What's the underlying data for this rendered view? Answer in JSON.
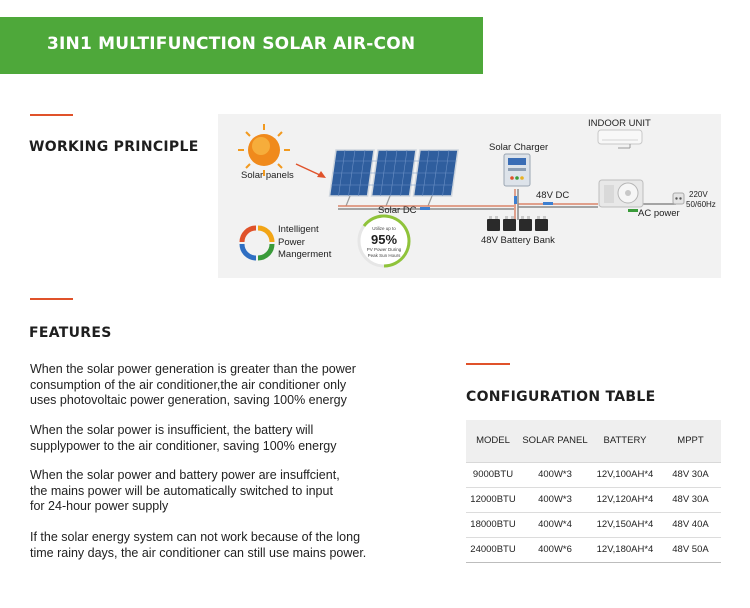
{
  "header": {
    "title": "3IN1 MULTIFUNCTION SOLAR AIR-CON"
  },
  "working_principle": {
    "title": "WORKING PRINCIPLE",
    "labels": {
      "solar_panels": "Solar panels",
      "solar_dc": "Solar DC",
      "solar_charger": "Solar Charger",
      "dc_48v": "48V DC",
      "battery_bank": "48V Battery Bank",
      "indoor_unit": "INDOOR UNIT",
      "ac_power": "AC power",
      "mains_voltage": "220V",
      "mains_freq": "50/60Hz",
      "intelligent_line1": "Intelligent",
      "intelligent_line2": "Power",
      "intelligent_line3": "Mangerment",
      "gauge_top": "Utilize up to",
      "gauge_value": "95%",
      "gauge_sub1": "PV Power During",
      "gauge_sub2": "Peak Sun Hours"
    }
  },
  "features": {
    "title": "FEATURES",
    "paragraphs": [
      {
        "line1": "When the solar power generation is greater than the power",
        "line2": "consumption of the air conditioner,the air conditioner only",
        "line3": "uses photovoltaic power generation, saving 100% energy"
      },
      {
        "line1": "When the solar power is insufficient, the battery will",
        "line2": "supplypower to the air conditioner, saving 100% energy"
      },
      {
        "line1": "When the solar power and battery power are insuffcient,",
        "line2": "the mains power will be automatically switched to input",
        "line3": "for 24-hour power supply"
      },
      {
        "line1": "If the solar energy system can not work because of the long",
        "line2": "time rainy days, the air conditioner can still use mains power."
      }
    ]
  },
  "config_table": {
    "title": "CONFIGURATION TABLE",
    "headers": [
      "MODEL",
      "SOLAR PANEL",
      "BATTERY",
      "MPPT"
    ],
    "rows": [
      [
        "9000BTU",
        "400W*3",
        "12V,100AH*4",
        "48V 30A"
      ],
      [
        "12000BTU",
        "400W*3",
        "12V,120AH*4",
        "48V 30A"
      ],
      [
        "18000BTU",
        "400W*4",
        "12V,150AH*4",
        "48V 40A"
      ],
      [
        "24000BTU",
        "400W*6",
        "12V,180AH*4",
        "48V 50A"
      ]
    ]
  },
  "colors": {
    "banner_green": "#4ea83a",
    "accent_orange": "#e0522a",
    "panel_blue": "#2f5e9e",
    "sun_orange": "#f29a1f"
  }
}
